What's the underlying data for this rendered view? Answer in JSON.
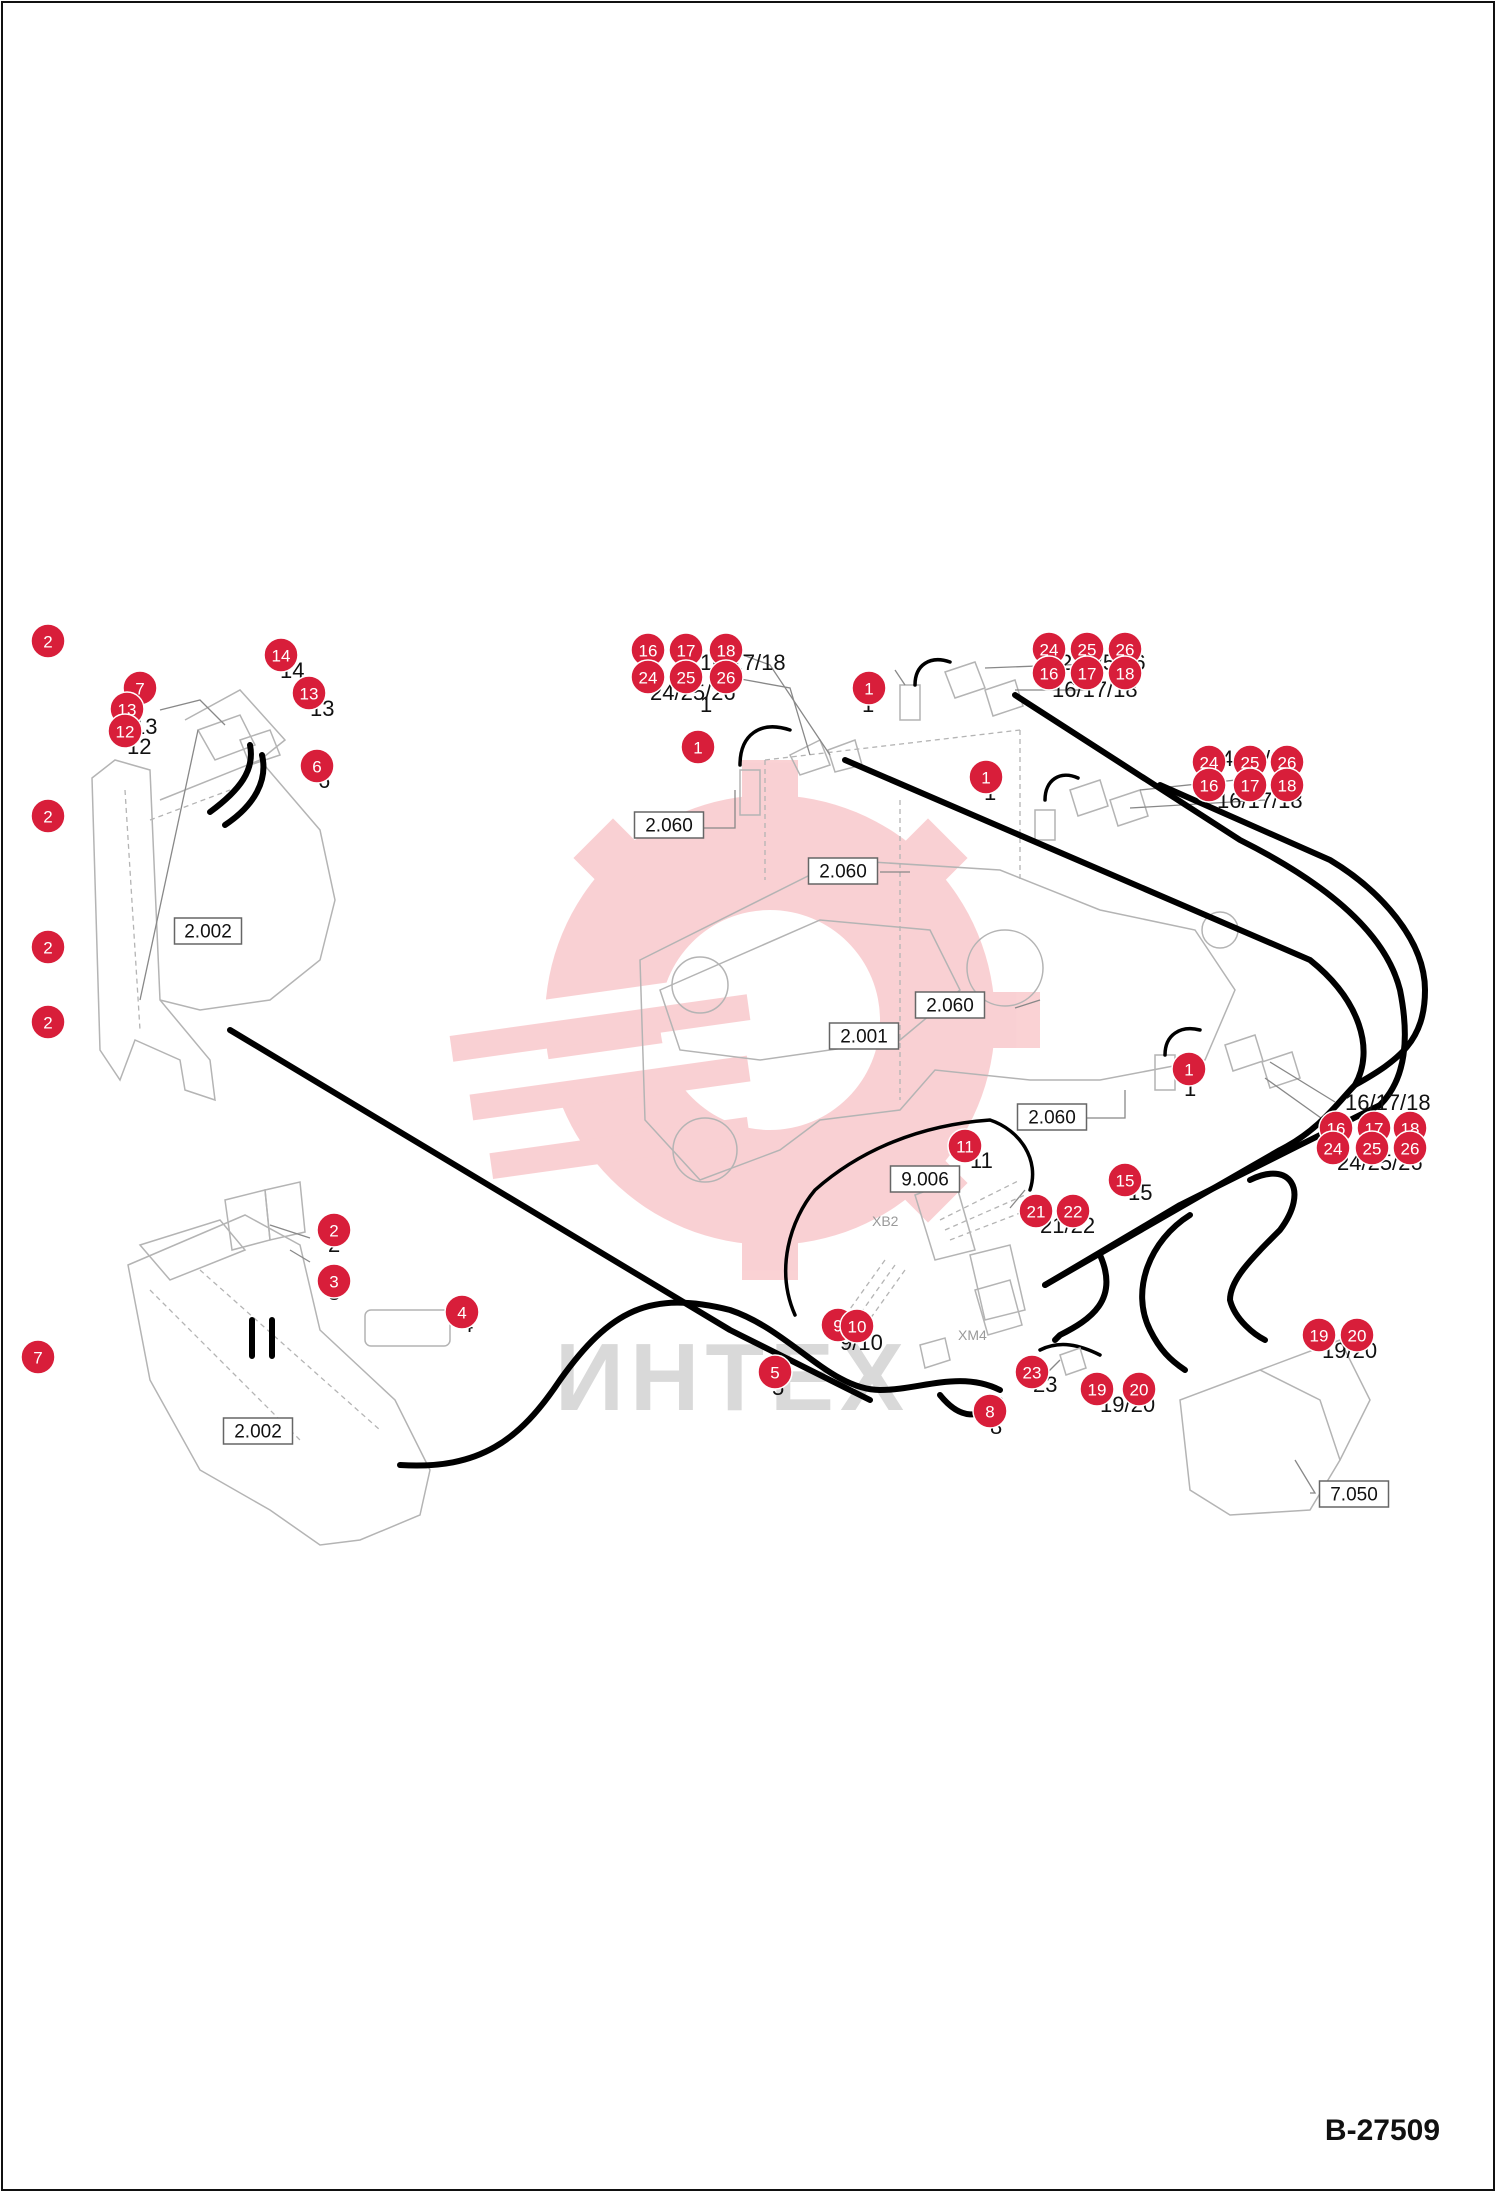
{
  "drawing": {
    "document_code": "B-27509",
    "watermark_text": "ИНТЕХ",
    "watermark_color": "#e8303a",
    "callout_color": "#d81e3a"
  },
  "callouts": [
    {
      "n": "2"
    },
    {
      "n": "7"
    },
    {
      "n": "13"
    },
    {
      "n": "12"
    },
    {
      "n": "14"
    },
    {
      "n": "13"
    },
    {
      "n": "6"
    },
    {
      "n": "2"
    },
    {
      "n": "2"
    },
    {
      "n": "2"
    },
    {
      "n": "16"
    },
    {
      "n": "17"
    },
    {
      "n": "18"
    },
    {
      "n": "24"
    },
    {
      "n": "25"
    },
    {
      "n": "26"
    },
    {
      "n": "1"
    },
    {
      "n": "1"
    },
    {
      "n": "24"
    },
    {
      "n": "25"
    },
    {
      "n": "26"
    },
    {
      "n": "16"
    },
    {
      "n": "17"
    },
    {
      "n": "18"
    },
    {
      "n": "1"
    },
    {
      "n": "24"
    },
    {
      "n": "25"
    },
    {
      "n": "26"
    },
    {
      "n": "16"
    },
    {
      "n": "17"
    },
    {
      "n": "18"
    },
    {
      "n": "1"
    },
    {
      "n": "16"
    },
    {
      "n": "17"
    },
    {
      "n": "18"
    },
    {
      "n": "24"
    },
    {
      "n": "25"
    },
    {
      "n": "26"
    },
    {
      "n": "11"
    },
    {
      "n": "15"
    },
    {
      "n": "21"
    },
    {
      "n": "22"
    },
    {
      "n": "2"
    },
    {
      "n": "3"
    },
    {
      "n": "4"
    },
    {
      "n": "7"
    },
    {
      "n": "9"
    },
    {
      "n": "10"
    },
    {
      "n": "5"
    },
    {
      "n": "23"
    },
    {
      "n": "8"
    },
    {
      "n": "19"
    },
    {
      "n": "20"
    },
    {
      "n": "19"
    },
    {
      "n": "20"
    }
  ],
  "item_labels": [
    {
      "t": "7"
    },
    {
      "t": "13"
    },
    {
      "t": "12"
    },
    {
      "t": "14"
    },
    {
      "t": "13"
    },
    {
      "t": "6"
    },
    {
      "t": "16/17/18"
    },
    {
      "t": "24/25/26"
    },
    {
      "t": "1"
    },
    {
      "t": "1"
    },
    {
      "t": "24/25/26"
    },
    {
      "t": "16/17/18"
    },
    {
      "t": "1"
    },
    {
      "t": "24/25/26"
    },
    {
      "t": "16/17/18"
    },
    {
      "t": "1"
    },
    {
      "t": "16/17/18"
    },
    {
      "t": "24/25/26"
    },
    {
      "t": "11"
    },
    {
      "t": "15"
    },
    {
      "t": "21/22"
    },
    {
      "t": "2"
    },
    {
      "t": "3"
    },
    {
      "t": "4"
    },
    {
      "t": "9/10"
    },
    {
      "t": "5"
    },
    {
      "t": "23"
    },
    {
      "t": "8"
    },
    {
      "t": "19/20"
    },
    {
      "t": "19/20"
    }
  ],
  "references": [
    {
      "t": "2.002"
    },
    {
      "t": "2.060"
    },
    {
      "t": "2.060"
    },
    {
      "t": "2.060"
    },
    {
      "t": "2.001"
    },
    {
      "t": "2.060"
    },
    {
      "t": "9.006"
    },
    {
      "t": "2.002"
    },
    {
      "t": "7.050"
    }
  ],
  "connector_tags": {
    "xb2": "XB2",
    "xm4": "XM4"
  }
}
